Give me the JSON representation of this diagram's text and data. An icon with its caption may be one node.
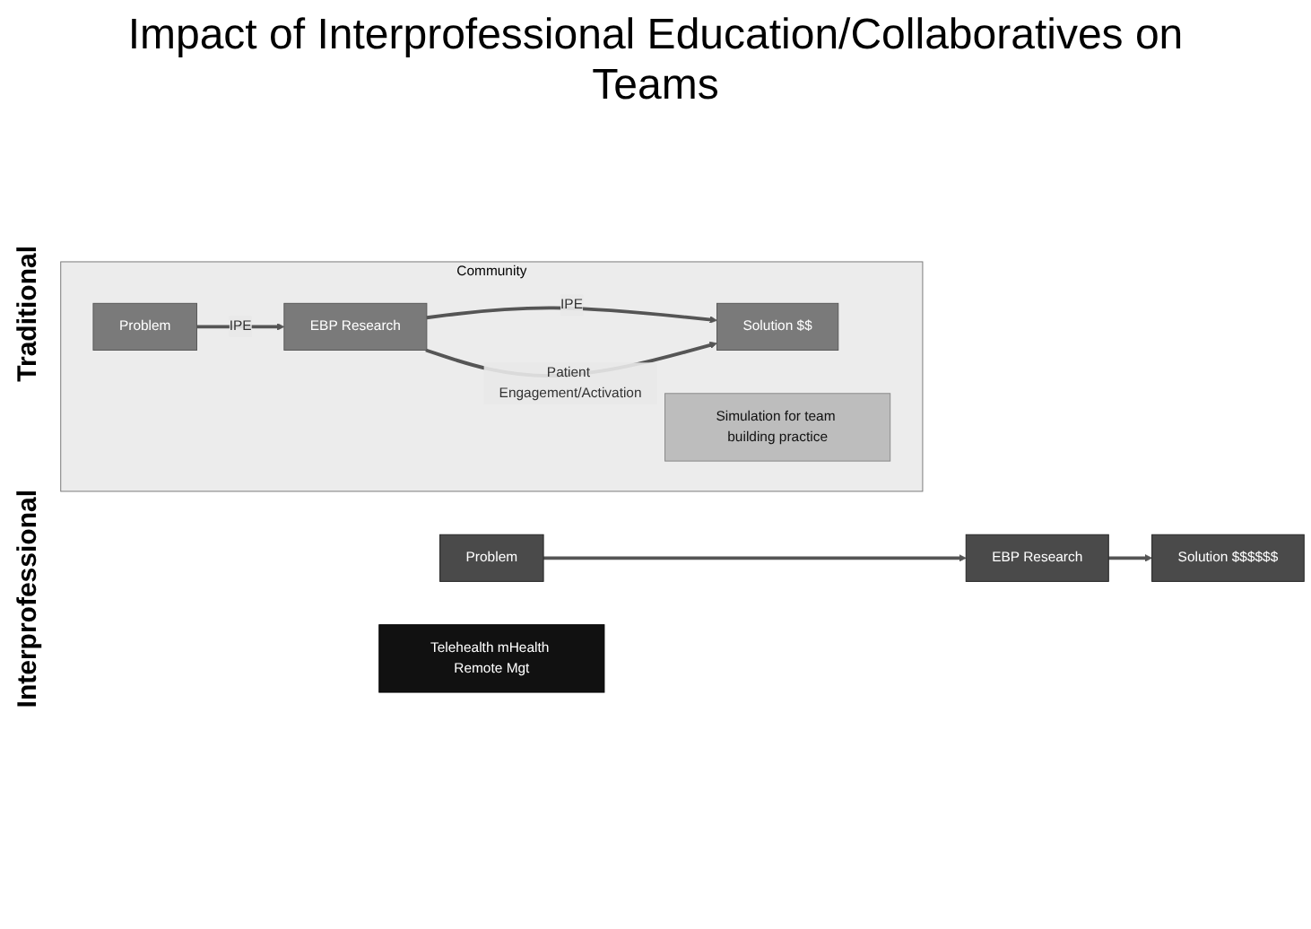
{
  "diagram": {
    "title": "Impact of Interprofessional Education/Collaboratives on Teams",
    "nodes": [
      {
        "text": [
          "Problem"
        ]
      },
      {
        "text": [
          "EBP Research"
        ]
      },
      {
        "text": [
          "Solution $$$$$$"
        ]
      },
      {
        "text": [
          "Community"
        ]
      },
      {
        "text": [
          "Problem"
        ],
        "in": 3
      },
      {
        "text": [
          "EBP Research"
        ],
        "in": 3
      },
      {
        "text": [
          "Solution $$"
        ],
        "in": 3
      },
      {
        "text": [
          "Telehealth mHealth Remote Mgt"
        ]
      },
      {
        "text": [
          "Simulation for team building practice"
        ],
        "in": 3
      }
    ],
    "edges": [
      {
        "from": 0,
        "to": 1,
        "arrow": "to"
      },
      {
        "from": 1,
        "to": 2,
        "arrow": "to"
      },
      {
        "from": 4,
        "to": 5,
        "arrow": "to",
        "label": "IPE"
      },
      {
        "from": 5,
        "to": 6,
        "arrow": "to",
        "label": "IPE"
      },
      {
        "from": 5,
        "to": 6,
        "arrow": "to",
        "label": "Patient Engagement/Activation"
      }
    ],
    "labels": [
      "Traditional",
      "Interprofessional"
    ]
  }
}
